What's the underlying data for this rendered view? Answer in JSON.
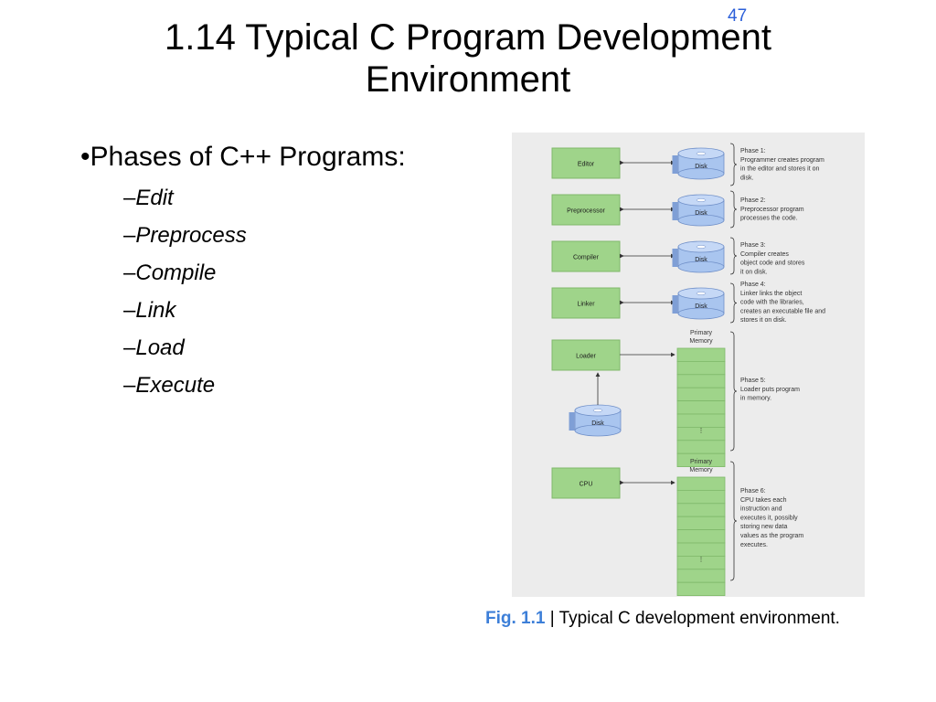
{
  "slide": {
    "page_number": "47",
    "title_line1": "1.14 Typical C Program Development",
    "title_line2": "Environment"
  },
  "bullets": {
    "main": "•Phases of C++ Programs:",
    "dash": "–",
    "items": [
      "Edit",
      "Preprocess",
      "Compile",
      "Link",
      "Load",
      "Execute"
    ]
  },
  "figure": {
    "boxes": [
      "Editor",
      "Preprocessor",
      "Compiler",
      "Linker",
      "Loader",
      "CPU"
    ],
    "disk_label": "Disk",
    "primary_memory": [
      "Primary",
      "Memory"
    ],
    "ellipsis": "⋮",
    "phases": [
      [
        "Phase 1:",
        "Programmer creates program",
        "in the editor and stores it on",
        "disk."
      ],
      [
        "Phase 2:",
        "Preprocessor program",
        "processes the code."
      ],
      [
        "Phase 3:",
        "Compiler creates",
        "object code and stores",
        "it on disk."
      ],
      [
        "Phase 4:",
        "Linker links the object",
        "code with the libraries,",
        "creates an executable file and",
        "stores it on disk."
      ],
      [
        "Phase 5:",
        "Loader puts program",
        "in memory."
      ],
      [
        "Phase 6:",
        "CPU takes each",
        "instruction and",
        "executes it, possibly",
        "storing new data",
        "values as the program",
        "executes."
      ]
    ],
    "colors": {
      "box_fill": "#9fd48a",
      "disk_fill": "#a9c5ef",
      "background": "#ececec"
    }
  },
  "caption": {
    "fig_label": "Fig. 1.1",
    "text": " | Typical C development environment."
  }
}
